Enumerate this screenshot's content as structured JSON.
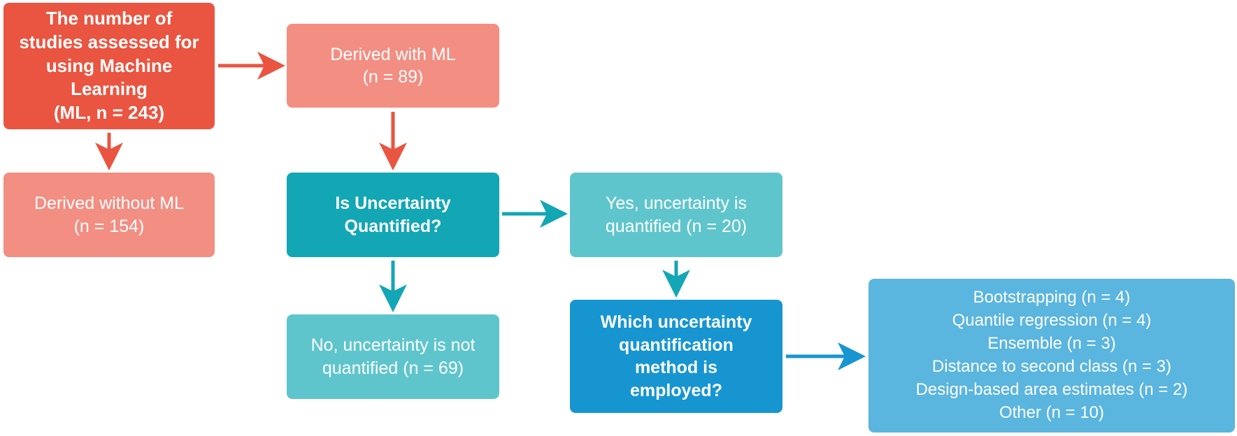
{
  "colors": {
    "red": "#e95540",
    "salmon": "#f38e82",
    "teal": "#13a6b5",
    "light_teal": "#5fc5cd",
    "blue": "#1795d1",
    "light_blue": "#5ab5df"
  },
  "boxes": {
    "total": [
      "The number of",
      "studies assessed for",
      "using Machine",
      "Learning",
      "(ML, n = 243)"
    ],
    "with_ml": [
      "Derived with ML",
      "(n = 89)"
    ],
    "without_ml": [
      "Derived without ML",
      "(n = 154)"
    ],
    "is_uq": [
      "Is Uncertainty",
      "Quantified?"
    ],
    "yes_uq": [
      "Yes, uncertainty is",
      "quantified (n = 20)"
    ],
    "no_uq": [
      "No, uncertainty is not",
      "quantified (n = 69)"
    ],
    "which_method": [
      "Which uncertainty",
      "quantification",
      "method is",
      "employed?"
    ],
    "methods": [
      "Bootstrapping (n = 4)",
      "Quantile regression (n = 4)",
      "Ensemble (n = 3)",
      "Distance to second class (n = 3)",
      "Design-based area estimates (n = 2)",
      "Other (n = 10)"
    ]
  }
}
